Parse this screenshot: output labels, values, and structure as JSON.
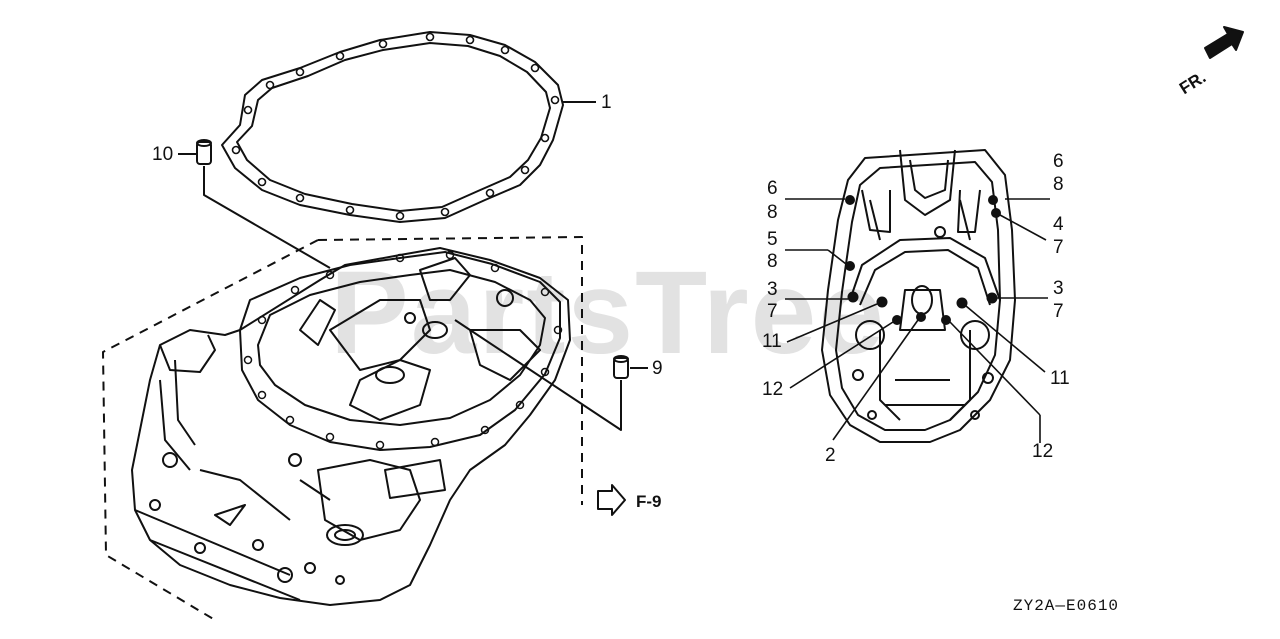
{
  "watermark": "PartsTree",
  "orientation": {
    "label": "FR."
  },
  "reference": {
    "label": "F-9"
  },
  "diagram_code": "ZY2A—E0610",
  "callouts_left": {
    "c1": "1",
    "c10": "10",
    "c9": "9"
  },
  "callouts_right": {
    "r6a": "6",
    "r8a": "8",
    "r5": "5",
    "r8b": "8",
    "r3a": "3",
    "r7a": "7",
    "r11a": "11",
    "r12a": "12",
    "r2": "2",
    "r6b": "6",
    "r8c": "8",
    "r4": "4",
    "r7b": "7",
    "r3b": "3",
    "r7c": "7",
    "r11b": "11",
    "r12b": "12"
  }
}
